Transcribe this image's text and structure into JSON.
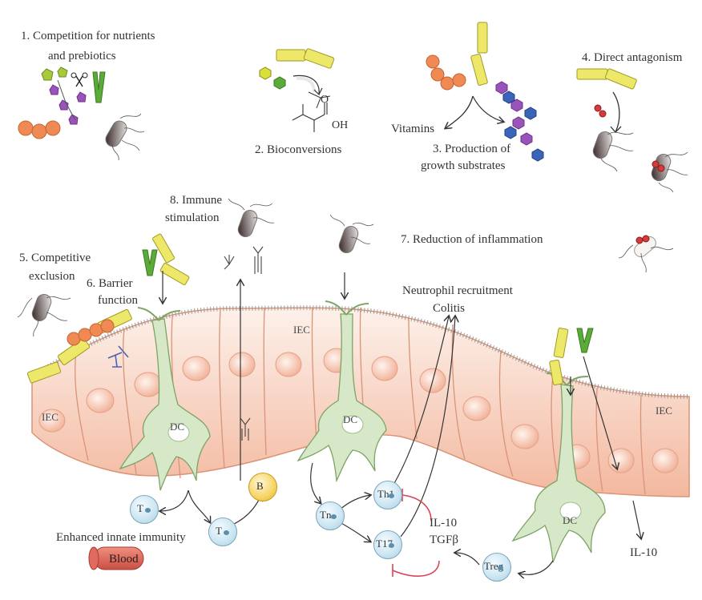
{
  "labels": {
    "competition_line1": "1. Competition for nutrients",
    "competition_line2": "and prebiotics",
    "bioconversions": "2. Bioconversions",
    "oh": "OH",
    "o": "O",
    "vitamins": "Vitamins",
    "production_line1": "3. Production of",
    "production_line2": "growth substrates",
    "direct_antagonism": "4. Direct antagonism",
    "competitive_line1": "5. Competitive",
    "competitive_line2": "exclusion",
    "barrier_line1": "6. Barrier",
    "barrier_line2": "function",
    "immune_line1": "8. Immune",
    "immune_line2": "stimulation",
    "reduction": "7. Reduction of inflammation",
    "neutrophil": "Neutrophil recruitment",
    "colitis": "Colitis",
    "iec_center": "IEC",
    "iec_left": "IEC",
    "iec_right": "IEC",
    "dc_left": "DC",
    "dc_center": "DC",
    "dc_right": "DC",
    "enhanced": "Enhanced innate immunity",
    "blood": "Blood",
    "il10_right": "IL-10",
    "il10_center": "IL-10",
    "tgfb": "TGFβ"
  },
  "cells": {
    "t1": "T",
    "t2": "T",
    "b": "B",
    "th1": "Th1",
    "tn": "Tn",
    "th17": "T17",
    "treg": "Treg"
  },
  "colors": {
    "epithelium_fill": "#f6c8b3",
    "epithelium_edge": "#d99478",
    "dc_green": "#9dbf8a",
    "bacteria_yellow": "#eee86a",
    "bacteria_orange": "#f08a55",
    "bacteria_green": "#5cab3a",
    "inhibit_red": "#d9445a"
  }
}
